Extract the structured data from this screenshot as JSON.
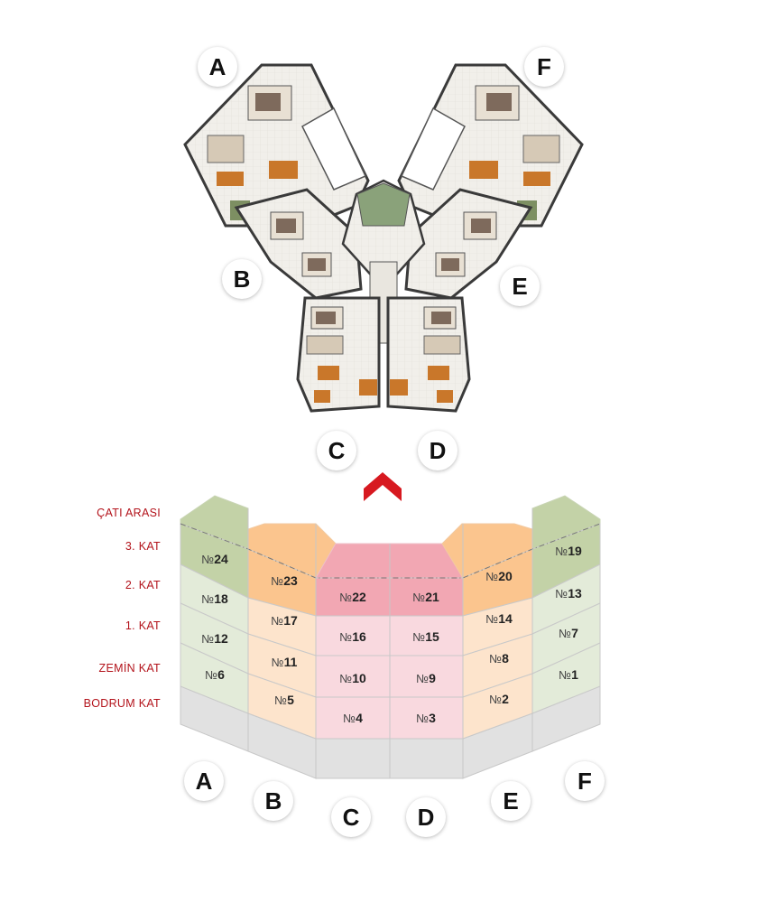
{
  "floor_plan": {
    "wings": [
      "A",
      "B",
      "C",
      "D",
      "E",
      "F"
    ]
  },
  "diagram": {
    "floors": [
      "ÇATI ARASI",
      "3. KAT",
      "2. KAT",
      "1. KAT",
      "ZEMİN KAT",
      "BODRUM KAT"
    ],
    "wing_labels": [
      "A",
      "B",
      "C",
      "D",
      "E",
      "F"
    ],
    "unit_prefix": "№",
    "units": {
      "A": [
        "24",
        "18",
        "12",
        "6"
      ],
      "B": [
        "23",
        "17",
        "11",
        "5"
      ],
      "C": [
        "22",
        "16",
        "10",
        "4"
      ],
      "D": [
        "21",
        "15",
        "9",
        "3"
      ],
      "E": [
        "20",
        "14",
        "8",
        "2"
      ],
      "F": [
        "19",
        "13",
        "7",
        "1"
      ]
    },
    "colors": {
      "outer_wings": "#e3ebd9",
      "outer_wings_top": "#c3d2a7",
      "middle_wings": "#fde4cc",
      "middle_wings_top": "#fbc58e",
      "center_wings": "#f9d9df",
      "center_wings_top": "#f2a7b3",
      "basement": "#e1e1e1",
      "floor_label": "#b3131b",
      "arrow": "#d71920"
    }
  }
}
